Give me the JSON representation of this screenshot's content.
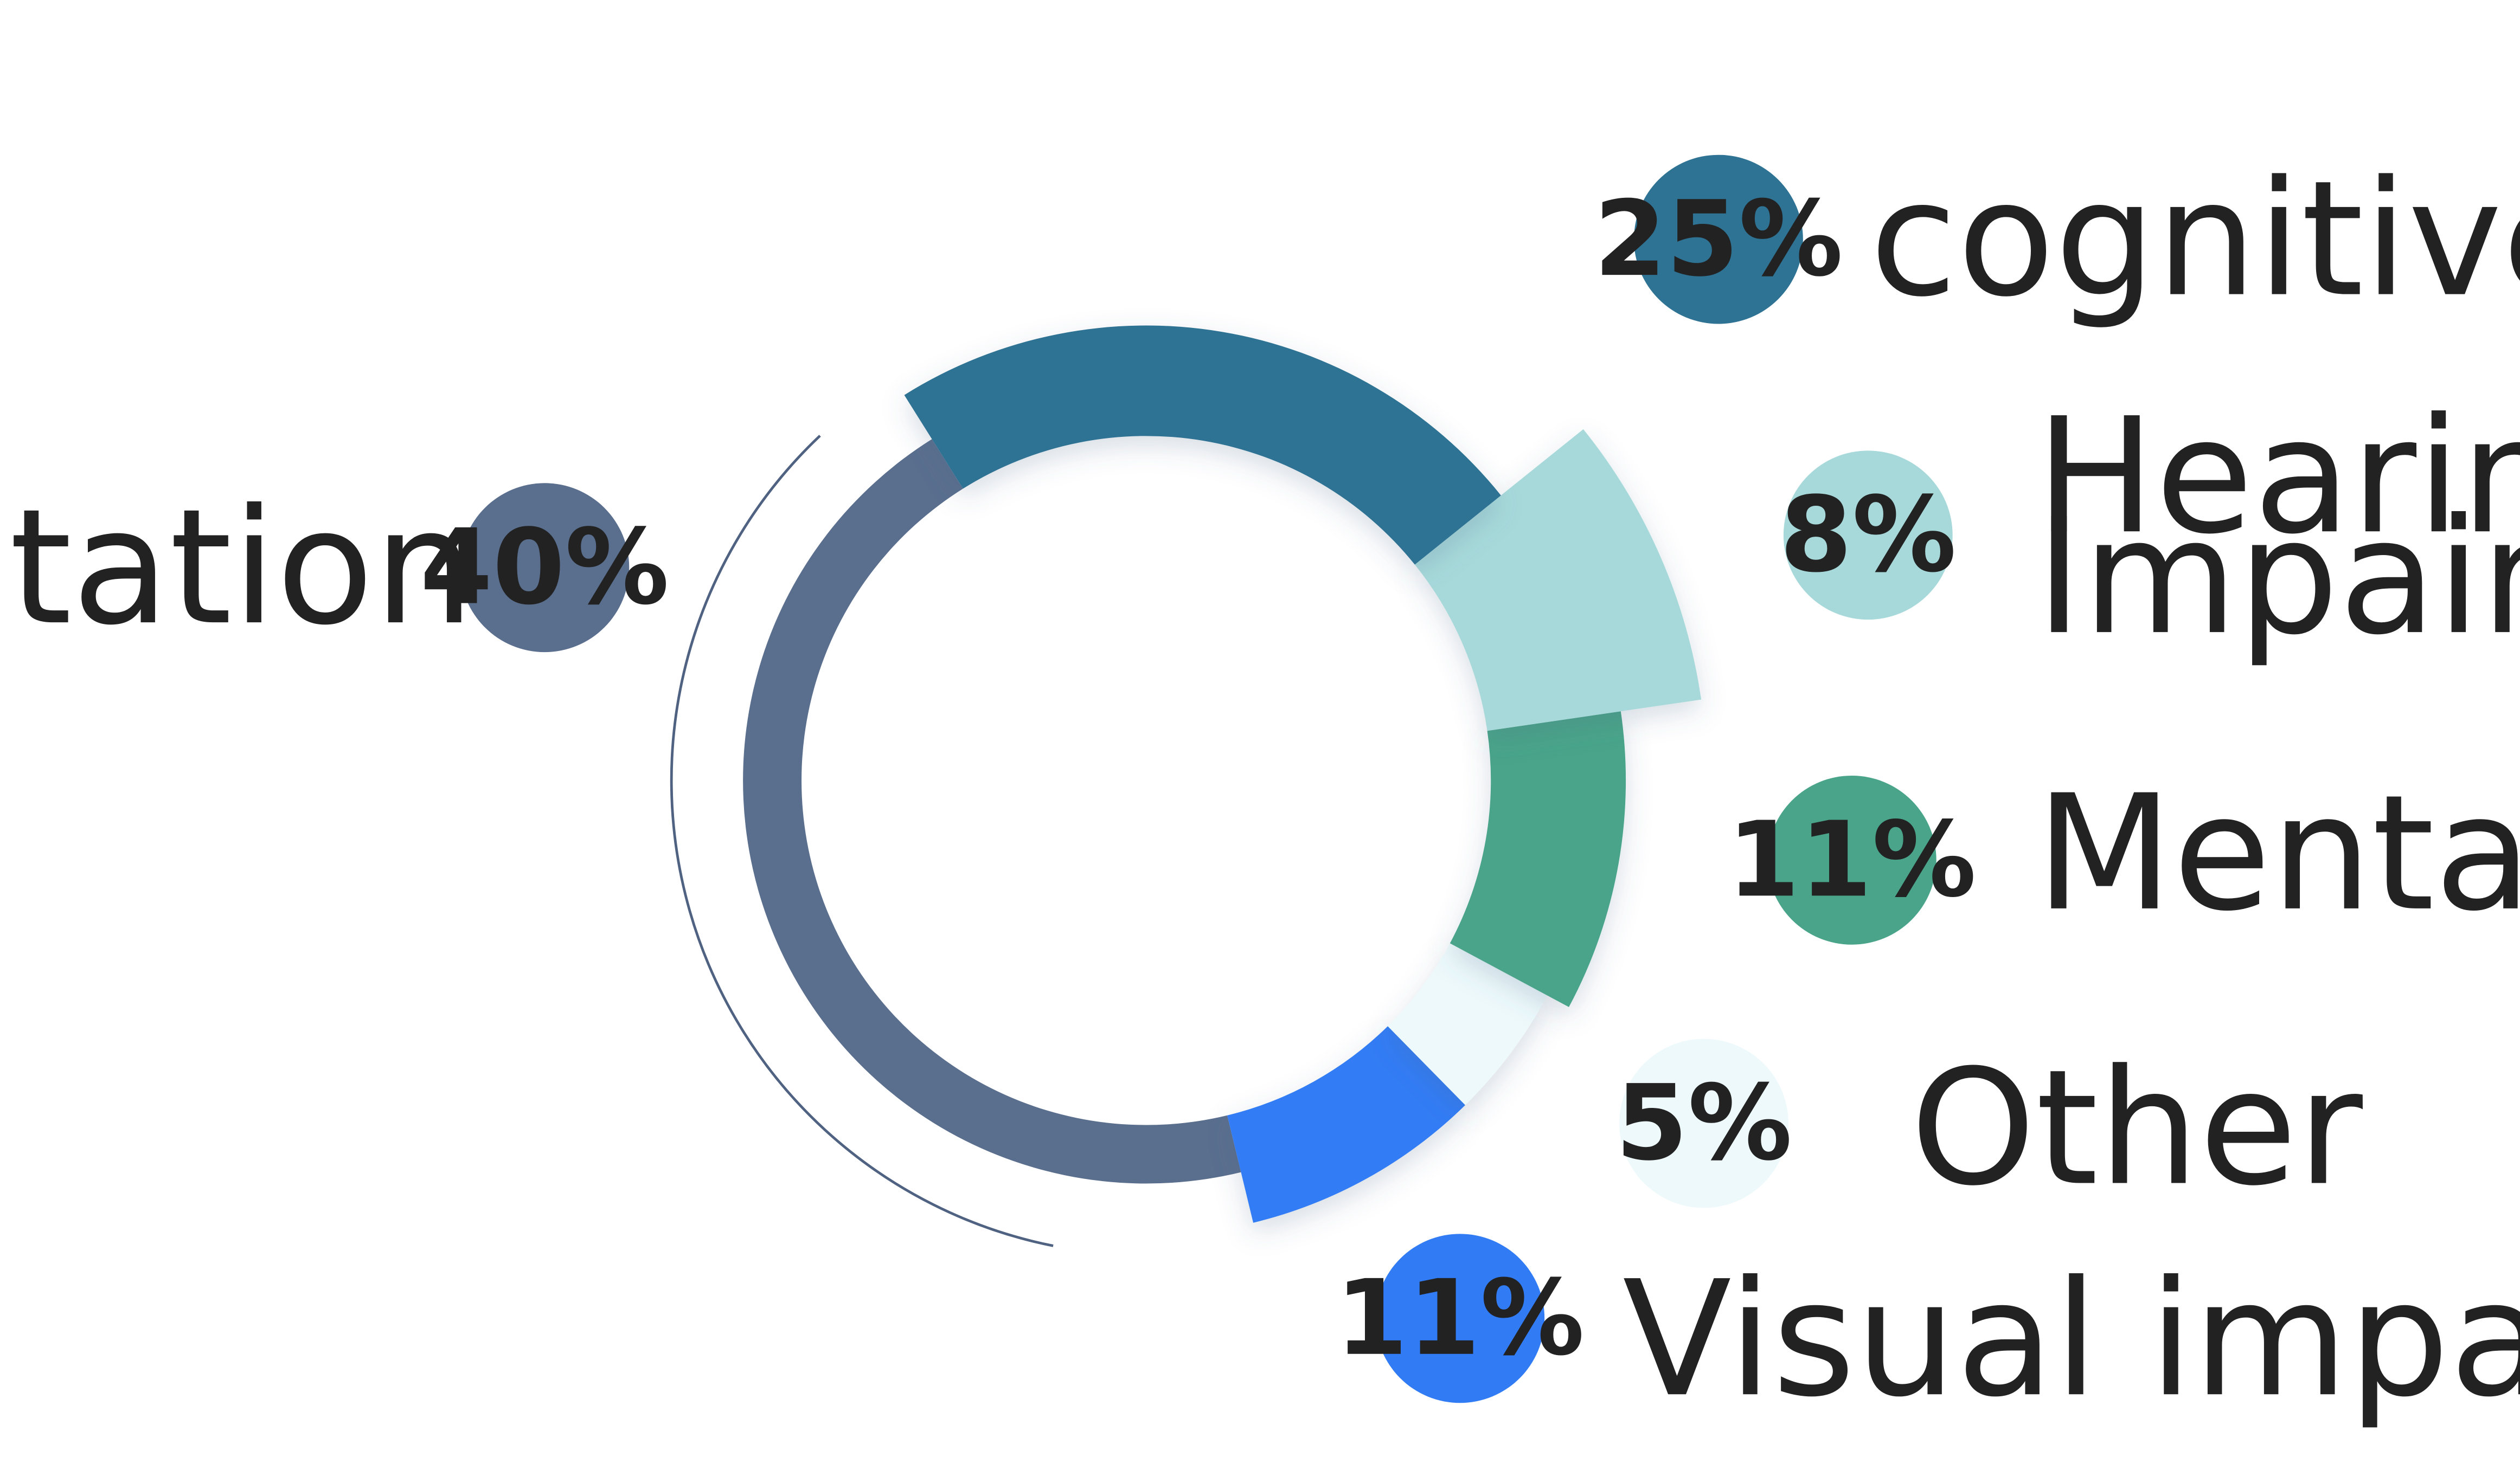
{
  "chart_data": {
    "type": "pie",
    "variant": "exploded-donut",
    "title": "",
    "categories": [
      "physical limitation",
      "cognitive limitation",
      "Hearing Impairment",
      "Mental limitation",
      "Other",
      "Visual impairment"
    ],
    "values": [
      40,
      25,
      8,
      11,
      5,
      11
    ],
    "unit": "%",
    "slices": [
      {
        "key": "physical",
        "label_lines": [
          "physical limitation"
        ],
        "value": 40,
        "value_label": "40%",
        "color": "#5a6e8e"
      },
      {
        "key": "cognitive",
        "label_lines": [
          "cognitive limitation"
        ],
        "value": 25,
        "value_label": "25%",
        "color": "#2e7294"
      },
      {
        "key": "hearing",
        "label_lines": [
          "Hearing",
          "Impairment"
        ],
        "value": 8,
        "value_label": "8%",
        "color": "#a7d9da"
      },
      {
        "key": "mental",
        "label_lines": [
          "Mental limitation"
        ],
        "value": 11,
        "value_label": "11%",
        "color": "#49a489"
      },
      {
        "key": "other",
        "label_lines": [
          "Other"
        ],
        "value": 5,
        "value_label": "5%",
        "color": "#edf9fb"
      },
      {
        "key": "visual",
        "label_lines": [
          "Visual impairment"
        ],
        "value": 11,
        "value_label": "11%",
        "color": "#317cf5"
      }
    ],
    "legend": "labels beside slices, value shown in colored circle"
  }
}
